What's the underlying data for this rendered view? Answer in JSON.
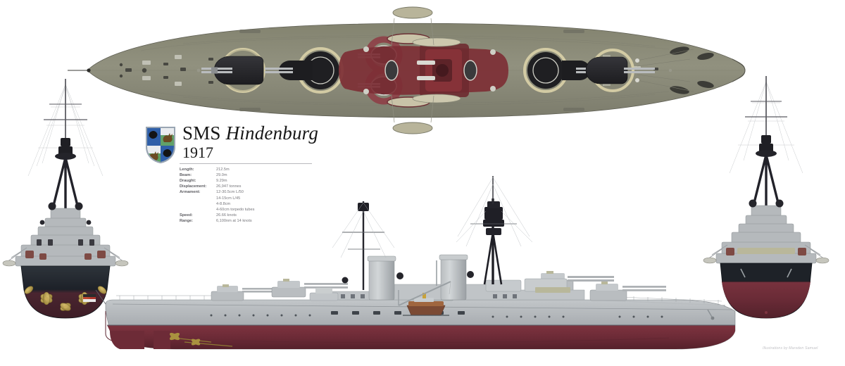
{
  "page": {
    "background": "#ffffff",
    "credit": "Illustrations by Marsden Samuel"
  },
  "title_block": {
    "prefix": "SMS",
    "ship_name": "Hindenburg",
    "year": "1917",
    "crest_name": "coat-of-arms-shield"
  },
  "specifications": [
    {
      "label": "Length:",
      "value": "212.5m"
    },
    {
      "label": "Beam:",
      "value": "29.0m"
    },
    {
      "label": "Draught:",
      "value": "9.29m"
    },
    {
      "label": "Displacement:",
      "value": "26,947 tonnes"
    },
    {
      "label": "Armament:",
      "value": "12-30.5cm L/50"
    },
    {
      "label": "",
      "value": "14-15cm L/45"
    },
    {
      "label": "",
      "value": "4-8.8cm"
    },
    {
      "label": "",
      "value": "4-60cm torpedo tubes"
    },
    {
      "label": "Speed:",
      "value": "26.66 knots"
    },
    {
      "label": "Range:",
      "value": "6,100nm at 14 knots"
    }
  ],
  "views": {
    "plan": "plan-view-top-down",
    "stern_elevation": "stern-elevation-view",
    "bow_elevation": "bow-elevation-view",
    "profile": "starboard-profile-view"
  },
  "colors": {
    "deck": "#8d8d7e",
    "deck_dark": "#7e7e70",
    "turret": "#2a2a28",
    "barbette_ring": "#d7cfa6",
    "superstructure_red": "#7d2f35",
    "hull_upper_gray": "#a9adb0",
    "hull_underwater": "#6d2b37",
    "hull_bow_dark": "#20242a",
    "mast_black": "#24242a",
    "propeller_brass": "#b49a4e",
    "rule_gray": "#b9b9bd",
    "text_gray": "#6d6d72"
  }
}
